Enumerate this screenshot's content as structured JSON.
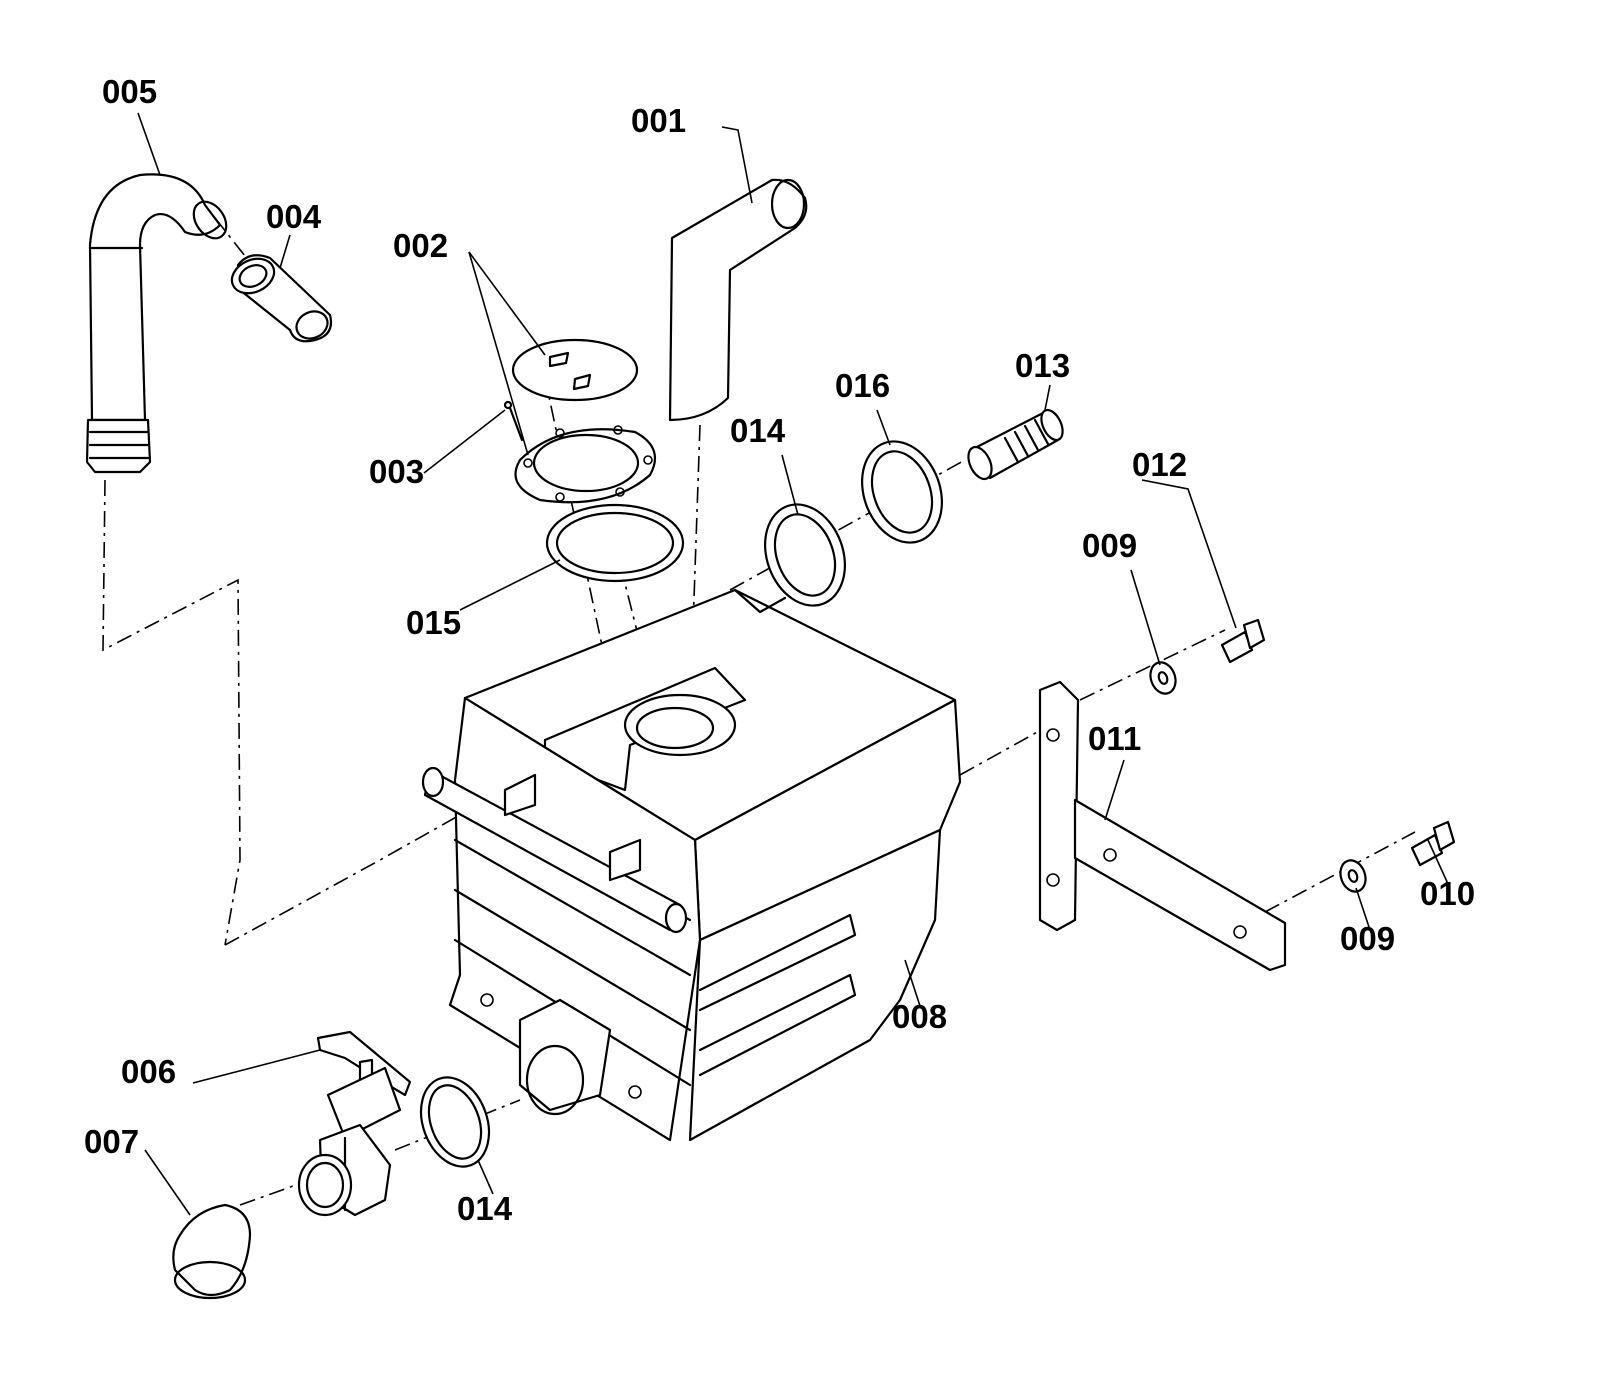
{
  "diagram": {
    "labels": {
      "l001": "001",
      "l002": "002",
      "l003": "003",
      "l004": "004",
      "l005": "005",
      "l006": "006",
      "l007": "007",
      "l008": "008",
      "l009a": "009",
      "l009b": "009",
      "l010": "010",
      "l011": "011",
      "l012": "012",
      "l013": "013",
      "l014a": "014",
      "l014b": "014",
      "l015": "015",
      "l016": "016"
    }
  }
}
